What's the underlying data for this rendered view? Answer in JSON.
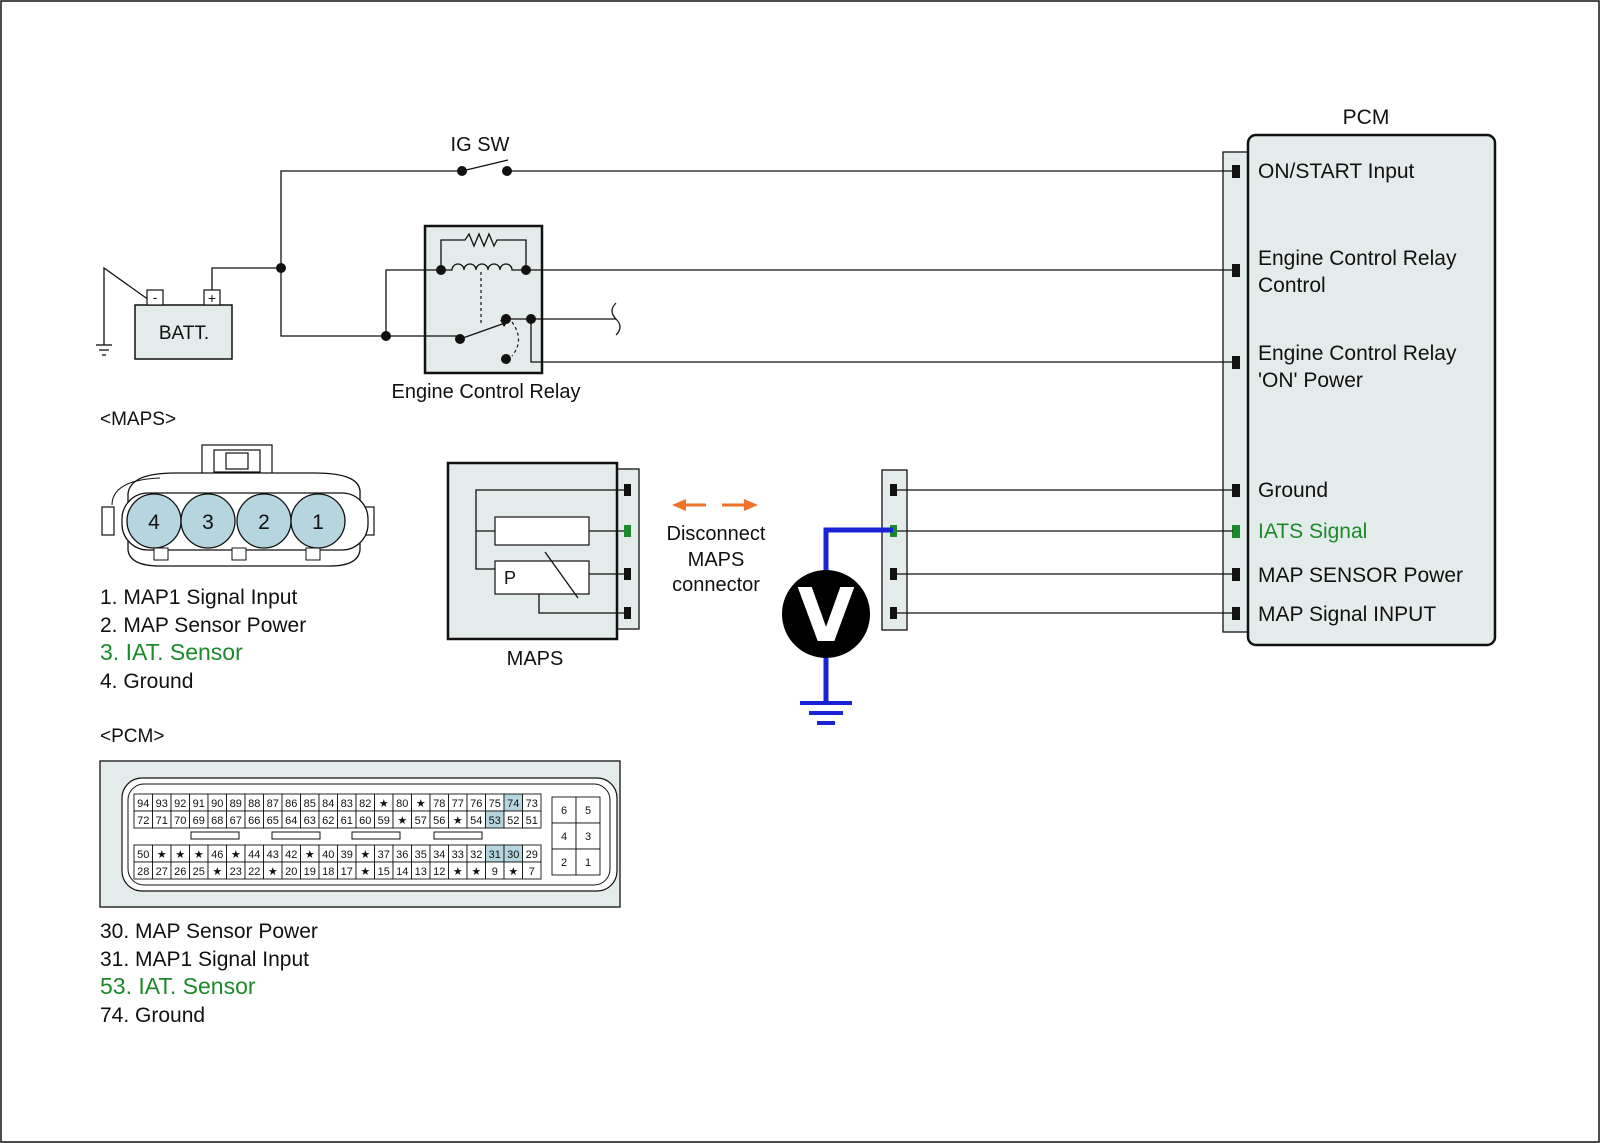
{
  "labels": {
    "pcm_title": "PCM",
    "ig_sw": "IG SW",
    "batt": "BATT.",
    "batt_minus": "-",
    "batt_plus": "+",
    "relay_caption": "Engine Control Relay",
    "maps_header": "<MAPS>",
    "pcm_header": "<PCM>",
    "maps_caption": "MAPS",
    "maps_p": "P",
    "voltmeter": "V",
    "disconnect": [
      "Disconnect",
      "MAPS",
      "connector"
    ]
  },
  "pcm_pins": [
    {
      "lines": [
        "ON/START Input"
      ],
      "color": "#111111"
    },
    {
      "lines": [
        "Engine Control Relay",
        "Control"
      ],
      "color": "#111111"
    },
    {
      "lines": [
        "Engine Control Relay",
        "'ON' Power"
      ],
      "color": "#111111"
    },
    {
      "lines": [
        "Ground"
      ],
      "color": "#111111"
    },
    {
      "lines": [
        "IATS Signal"
      ],
      "color": "#1c8a2a"
    },
    {
      "lines": [
        "MAP SENSOR Power"
      ],
      "color": "#111111"
    },
    {
      "lines": [
        "MAP Signal  INPUT"
      ],
      "color": "#111111"
    }
  ],
  "maps_connector_pins": [
    "4",
    "3",
    "2",
    "1"
  ],
  "maps_pin_list": [
    {
      "text": "1. MAP1 Signal Input",
      "highlight": false
    },
    {
      "text": "2. MAP Sensor Power",
      "highlight": false
    },
    {
      "text": "3. IAT. Sensor",
      "highlight": true
    },
    {
      "text": "4. Ground",
      "highlight": false
    }
  ],
  "pcm_connector": {
    "rows": [
      [
        "94",
        "93",
        "92",
        "91",
        "90",
        "89",
        "88",
        "87",
        "86",
        "85",
        "84",
        "83",
        "82",
        "★",
        "80",
        "★",
        "78",
        "77",
        "76",
        "75",
        "74",
        "73"
      ],
      [
        "72",
        "71",
        "70",
        "69",
        "68",
        "67",
        "66",
        "65",
        "64",
        "63",
        "62",
        "61",
        "60",
        "59",
        "★",
        "57",
        "56",
        "★",
        "54",
        "53",
        "52",
        "51"
      ],
      [
        "50",
        "★",
        "★",
        "★",
        "46",
        "★",
        "44",
        "43",
        "42",
        "★",
        "40",
        "39",
        "★",
        "37",
        "36",
        "35",
        "34",
        "33",
        "32",
        "31",
        "30",
        "29"
      ],
      [
        "28",
        "27",
        "26",
        "25",
        "★",
        "23",
        "22",
        "★",
        "20",
        "19",
        "18",
        "17",
        "★",
        "15",
        "14",
        "13",
        "12",
        "★",
        "★",
        "9",
        "★",
        "7"
      ]
    ],
    "highlighted": [
      "74",
      "53",
      "31",
      "30"
    ],
    "side_block": [
      [
        "6",
        "5"
      ],
      [
        "4",
        "3"
      ],
      [
        "2",
        "1"
      ]
    ]
  },
  "pcm_pin_list": [
    {
      "text": "30. MAP Sensor Power",
      "highlight": false
    },
    {
      "text": "31. MAP1 Signal Input",
      "highlight": false
    },
    {
      "text": "53. IAT. Sensor",
      "highlight": true
    },
    {
      "text": "74. Ground",
      "highlight": false
    }
  ],
  "colors": {
    "probe_wire": "#1a22d8",
    "arrow": "#f0732a",
    "highlight_text": "#1c8a2a",
    "highlight_cell": "#b5d6df",
    "box_fill": "#e3ebeb"
  }
}
